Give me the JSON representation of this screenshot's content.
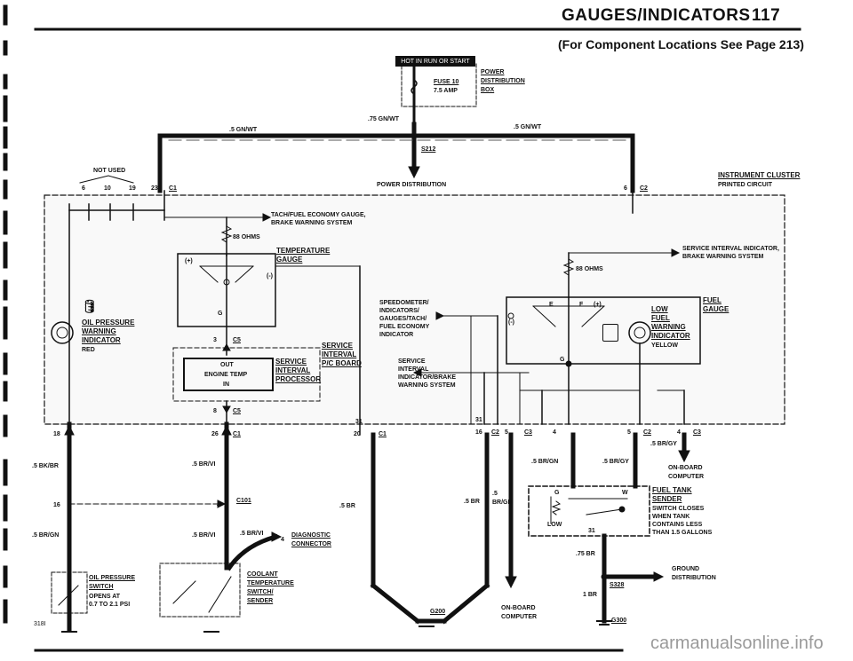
{
  "header": {
    "title": "GAUGES/INDICATORS",
    "page_number": "117",
    "subtitle": "(For Component Locations See Page 213)"
  },
  "power": {
    "hot_label": "HOT IN RUN OR START",
    "fuse": "FUSE 10",
    "fuse_amp": "7.5 AMP",
    "power_box_1": "POWER",
    "power_box_2": "DISTRIBUTION",
    "power_box_3": "BOX",
    "wire_main": ".75 GN/WT",
    "wire_left": ".5 GN/WT",
    "wire_right": ".5 GN/WT",
    "splice": "S212",
    "distribution": "POWER DISTRIBUTION"
  },
  "cluster": {
    "title": "INSTRUMENT CLUSTER",
    "subtitle": "PRINTED CIRCUIT",
    "not_used": "NOT USED",
    "pins": [
      "6",
      "10",
      "19",
      "23"
    ],
    "c1": "C1",
    "c2_top": "C2",
    "pin6_right": "6",
    "tach_1": "TACH/FUEL ECONOMY GAUGE,",
    "tach_2": "BRAKE WARNING SYSTEM",
    "ohms_left": "88 OHMS",
    "ohms_right": "88 OHMS",
    "temp_gauge_1": "TEMPERATURE",
    "temp_gauge_2": "GAUGE",
    "plus": "(+)",
    "minus": "(-)",
    "g": "G",
    "sig_1": "SERVICE INTERVAL INDICATOR,",
    "sig_2": "BRAKE WARNING SYSTEM",
    "oil_1": "OIL PRESSURE",
    "oil_2": "WARNING",
    "oil_3": "INDICATOR",
    "oil_4": "RED",
    "c5_top": "C5",
    "pin3": "3",
    "svc_board_1": "SERVICE",
    "svc_board_2": "INTERVAL",
    "svc_board_3": "P/C BOARD",
    "proc_1": "SERVICE",
    "proc_2": "INTERVAL",
    "proc_3": "PROCESSOR",
    "out": "OUT",
    "engine_temp": "ENGINE TEMP",
    "in": "IN",
    "pin8": "8",
    "c5_bottom": "C5",
    "speedo_1": "SPEEDOMETER/",
    "speedo_2": "INDICATORS/",
    "speedo_3": "GAUGES/TACH/",
    "speedo_4": "FUEL ECONOMY",
    "speedo_5": "INDICATOR",
    "svc_warn_1": "SERVICE",
    "svc_warn_2": "INTERVAL",
    "svc_warn_3": "INDICATOR/BRAKE",
    "svc_warn_4": "WARNING SYSTEM",
    "fuel_gauge_1": "FUEL",
    "fuel_gauge_2": "GAUGE",
    "e": "E",
    "f": "F",
    "low_1": "LOW",
    "low_2": "FUEL",
    "low_3": "WARNING",
    "low_4": "INDICATOR",
    "low_5": "YELLOW"
  },
  "bottom": {
    "p18": "18",
    "p26": "26",
    "c1_a": "C1",
    "p31a": "31",
    "p20": "20",
    "c1_b": "C1",
    "p31b": "31",
    "p16": "16",
    "c2": "C2",
    "p5a": "5",
    "c3": "C3",
    "p4a": "4",
    "p5b": "5",
    "c2b": "C2",
    "p4b": "4",
    "c3b": "C3",
    "w_bkbr": ".5 BK/BR",
    "w_brvi": ".5 BR/VI",
    "w_br": ".5 BR",
    "w_br2": ".5 BR",
    "w_5": ".5",
    "w_brgn_c": "BR/GN",
    "w_brgn_r": ".5 BR/GN",
    "w_brgy": ".5 BR/GY",
    "w_brgy2": ".5 BR/GY",
    "onboard_1": "ON-BOARD",
    "onboard_2": "COMPUTER",
    "p16b": "16",
    "p4c": "4",
    "c101": "C101",
    "w_brgn_l": ".5 BR/GN",
    "w_brvi2": ".5 BR/VI",
    "w_brvi3": ".5 BR/VI",
    "p4d": "4",
    "diag_1": "DIAGNOSTIC",
    "diag_2": "CONNECTOR",
    "fts_1": "FUEL TANK",
    "fts_2": "SENDER",
    "fts_3": "SWITCH CLOSES",
    "fts_4": "WHEN TANK",
    "fts_5": "CONTAINS LESS",
    "fts_6": "THAN 1.5 GALLONS",
    "fts_g": "G",
    "fts_w": "W",
    "fts_low": "LOW",
    "fts_31": "31",
    "w_75br": ".75 BR",
    "ground_1": "GROUND",
    "ground_2": "DISTRIBUTION",
    "s328": "S328",
    "w_1br": "1 BR",
    "g300": "G300",
    "onboard2_1": "ON-BOARD",
    "onboard2_2": "COMPUTER",
    "g200": "G200",
    "ops_1": "OIL PRESSURE",
    "ops_2": "SWITCH",
    "ops_3": "OPENS AT",
    "ops_4": "0.7 TO 2.1 PSI",
    "cts_1": "COOLANT",
    "cts_2": "TEMPERATURE",
    "cts_3": "SWITCH/",
    "cts_4": "SENDER",
    "code": "318I"
  },
  "watermark": "carmanualsonline.info"
}
